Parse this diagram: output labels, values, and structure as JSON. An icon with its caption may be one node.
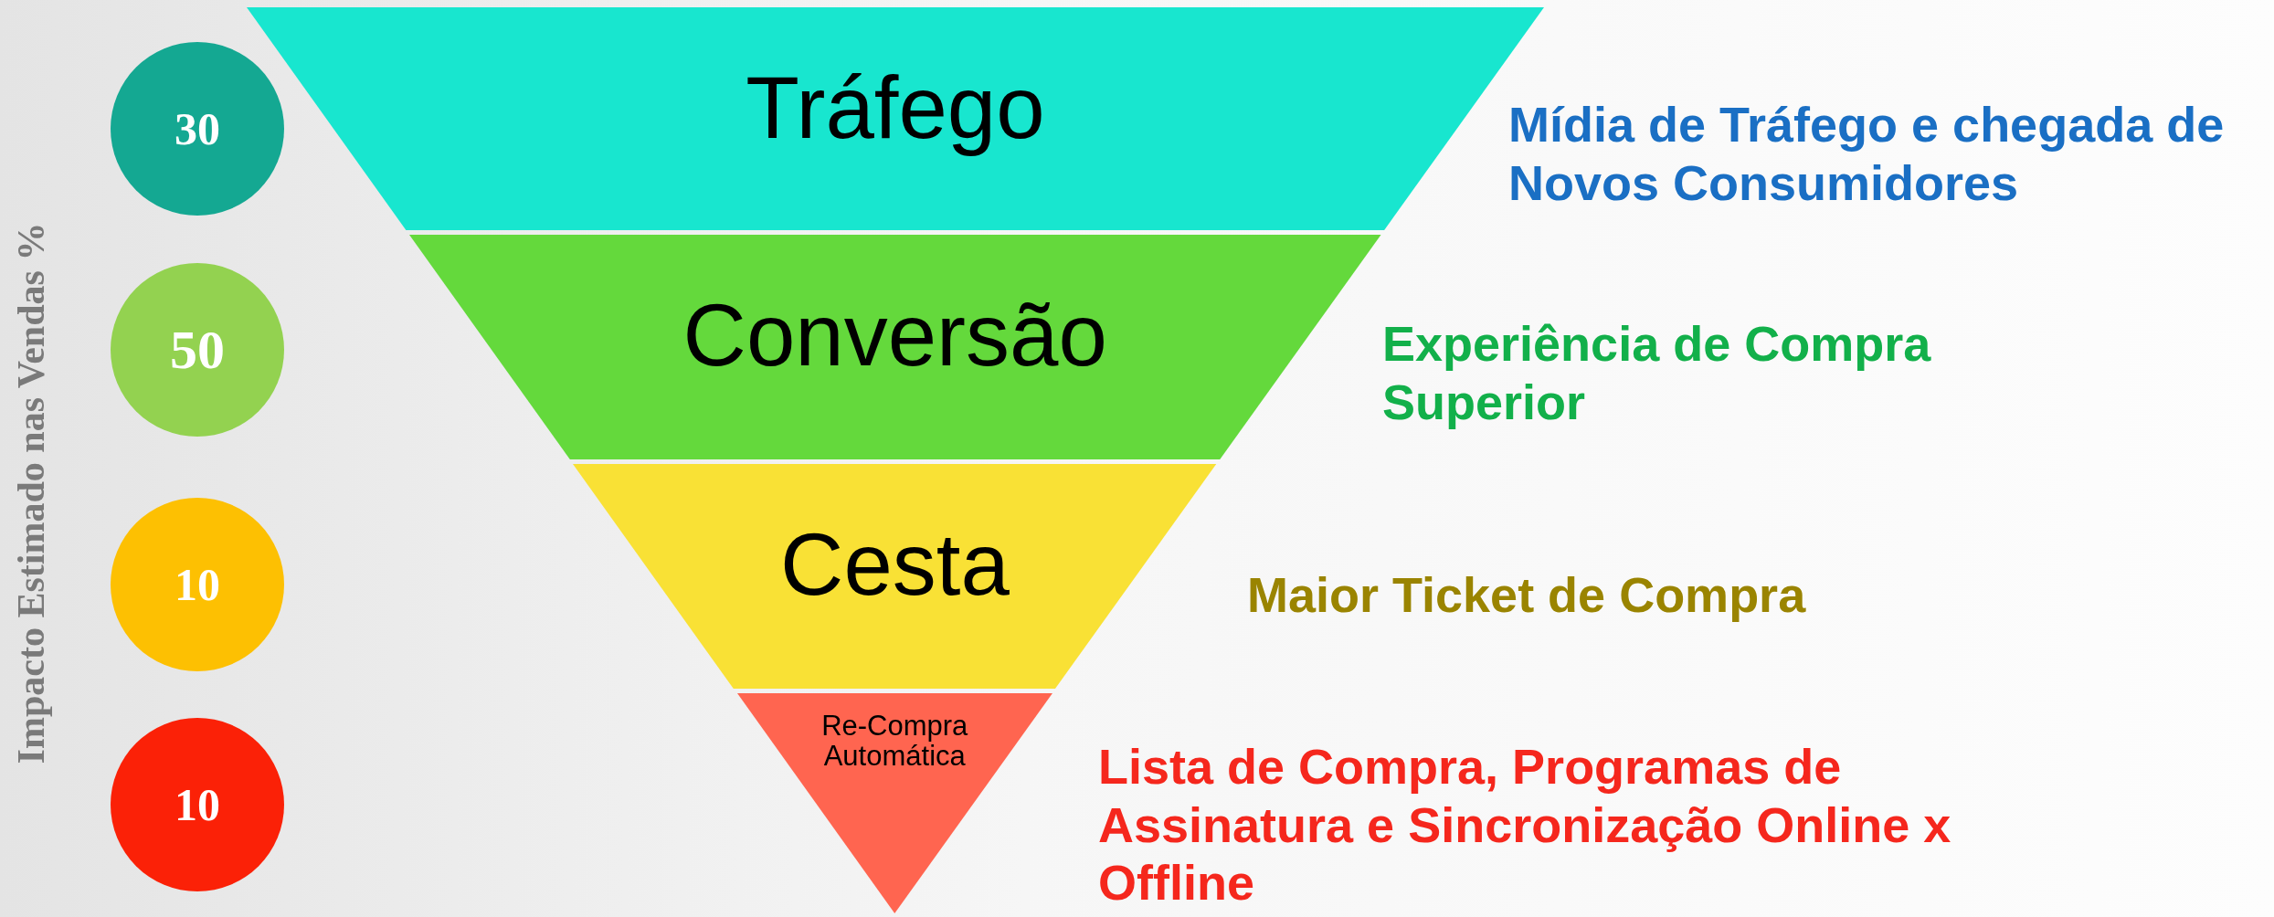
{
  "diagram": {
    "nodes": [
      {
        "text": [
          "30"
        ]
      },
      {
        "text": [
          "50"
        ]
      },
      {
        "text": [
          "10"
        ]
      },
      {
        "text": [
          "10"
        ]
      },
      {
        "text": [
          "Tráfego"
        ],
        "beside": [
          "Mídia de Tráfego e chegada de Novos Consumidores"
        ]
      },
      {
        "text": [
          "Conversão"
        ],
        "beside": [
          "Experiência de Compra Superior"
        ]
      },
      {
        "text": [
          "Cesta"
        ],
        "beside": [
          "Maior Ticket de Compra"
        ]
      },
      {
        "text": [
          "Re-Compra Automática"
        ],
        "beside": [
          "Lista de Compra, Programas de Assinatura e Sincronização Online x Offline"
        ]
      }
    ],
    "labels": [
      "Impacto Estimado nas Vendas %"
    ]
  }
}
